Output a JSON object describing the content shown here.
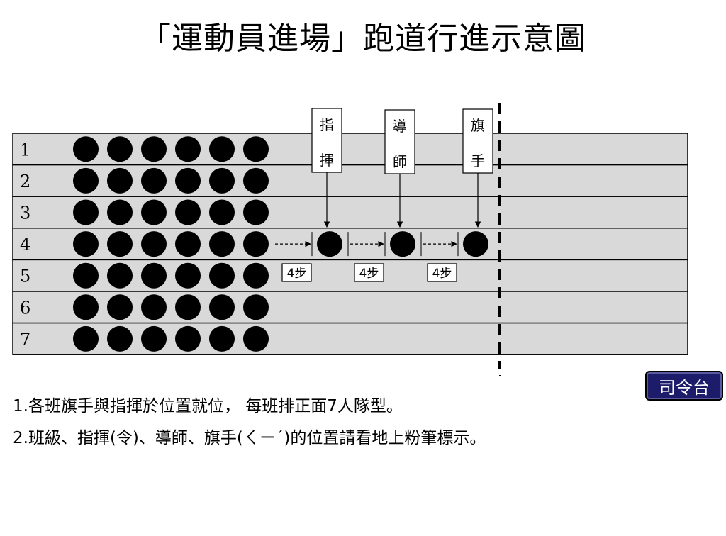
{
  "title": "「運動員進場」跑道行進示意圖",
  "lanes": [
    "1",
    "2",
    "3",
    "4",
    "5",
    "6",
    "7"
  ],
  "dots_per_lane": 6,
  "roles": [
    {
      "chars": [
        "指",
        "揮"
      ]
    },
    {
      "chars": [
        "導",
        "師"
      ]
    },
    {
      "chars": [
        "旗",
        "手"
      ]
    }
  ],
  "step_label": "4步",
  "stage_label": "司令台",
  "notes": [
    "1.各班旗手與指揮於位置就位， 每班排正面7人隊型。",
    "2.班級、指揮(令)、導師、旗手(ㄑㄧˊ)的位置請看地上粉筆標示。"
  ],
  "colors": {
    "lane_fill": "#d9d9d9",
    "dot": "#000000",
    "stage_bg": "#1c1c6b"
  }
}
